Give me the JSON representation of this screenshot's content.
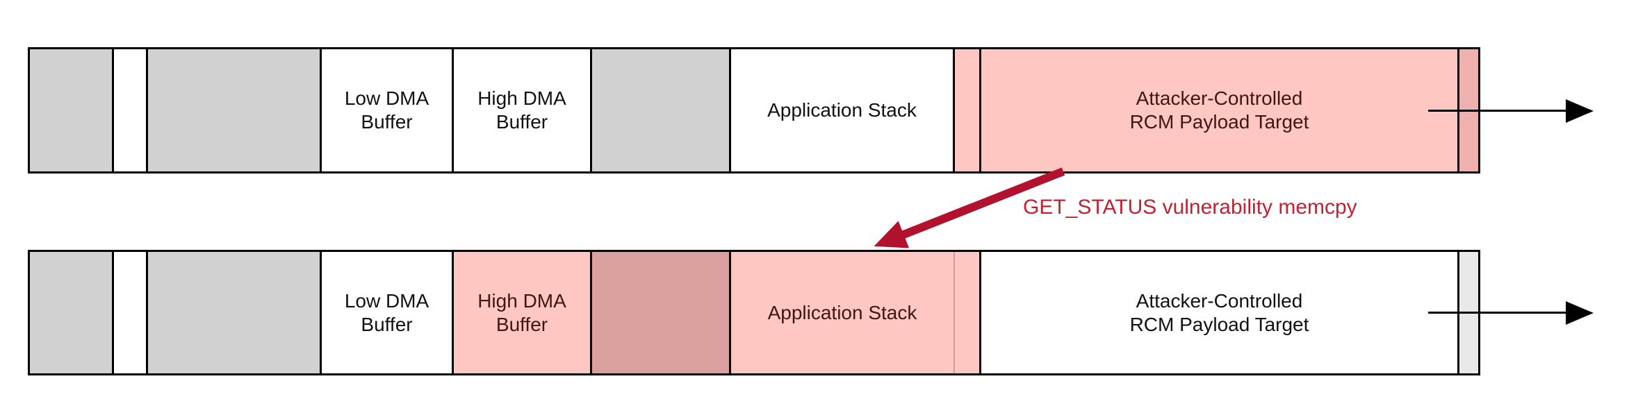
{
  "diagram": {
    "annotation": {
      "text": "GET_STATUS vulnerability memcpy",
      "color": "#c32032"
    },
    "colors": {
      "segment_gray": "#d1d1d1",
      "attacker_pink": "#ffc7c2",
      "overwritten_rose": "#d9a09e",
      "pink_edge_strip": "#eeb1b0",
      "gray_edge_strip": "#e9e9e9",
      "border_black": "#000000",
      "memcpy_arrow_red": "#b2122e",
      "maroon_label_text": "#3f1613",
      "black_label_text": "#111111"
    },
    "bars": [
      {
        "id": "memory-before-overflow",
        "segments": [
          {
            "label": ""
          },
          {
            "label": ""
          },
          {
            "label": ""
          },
          {
            "label": "Low DMA\nBuffer"
          },
          {
            "label": "High DMA\nBuffer"
          },
          {
            "label": ""
          },
          {
            "label": "Application Stack"
          },
          {
            "label": ""
          },
          {
            "label": "Attacker-Controlled\nRCM Payload Target"
          },
          {
            "label": ""
          }
        ]
      },
      {
        "id": "memory-after-overflow",
        "segments": [
          {
            "label": ""
          },
          {
            "label": ""
          },
          {
            "label": ""
          },
          {
            "label": "Low DMA\nBuffer"
          },
          {
            "label": "High DMA\nBuffer"
          },
          {
            "label": ""
          },
          {
            "label": "Application Stack"
          },
          {
            "label": ""
          },
          {
            "label": "Attacker-Controlled\nRCM Payload Target"
          },
          {
            "label": ""
          }
        ]
      }
    ]
  }
}
